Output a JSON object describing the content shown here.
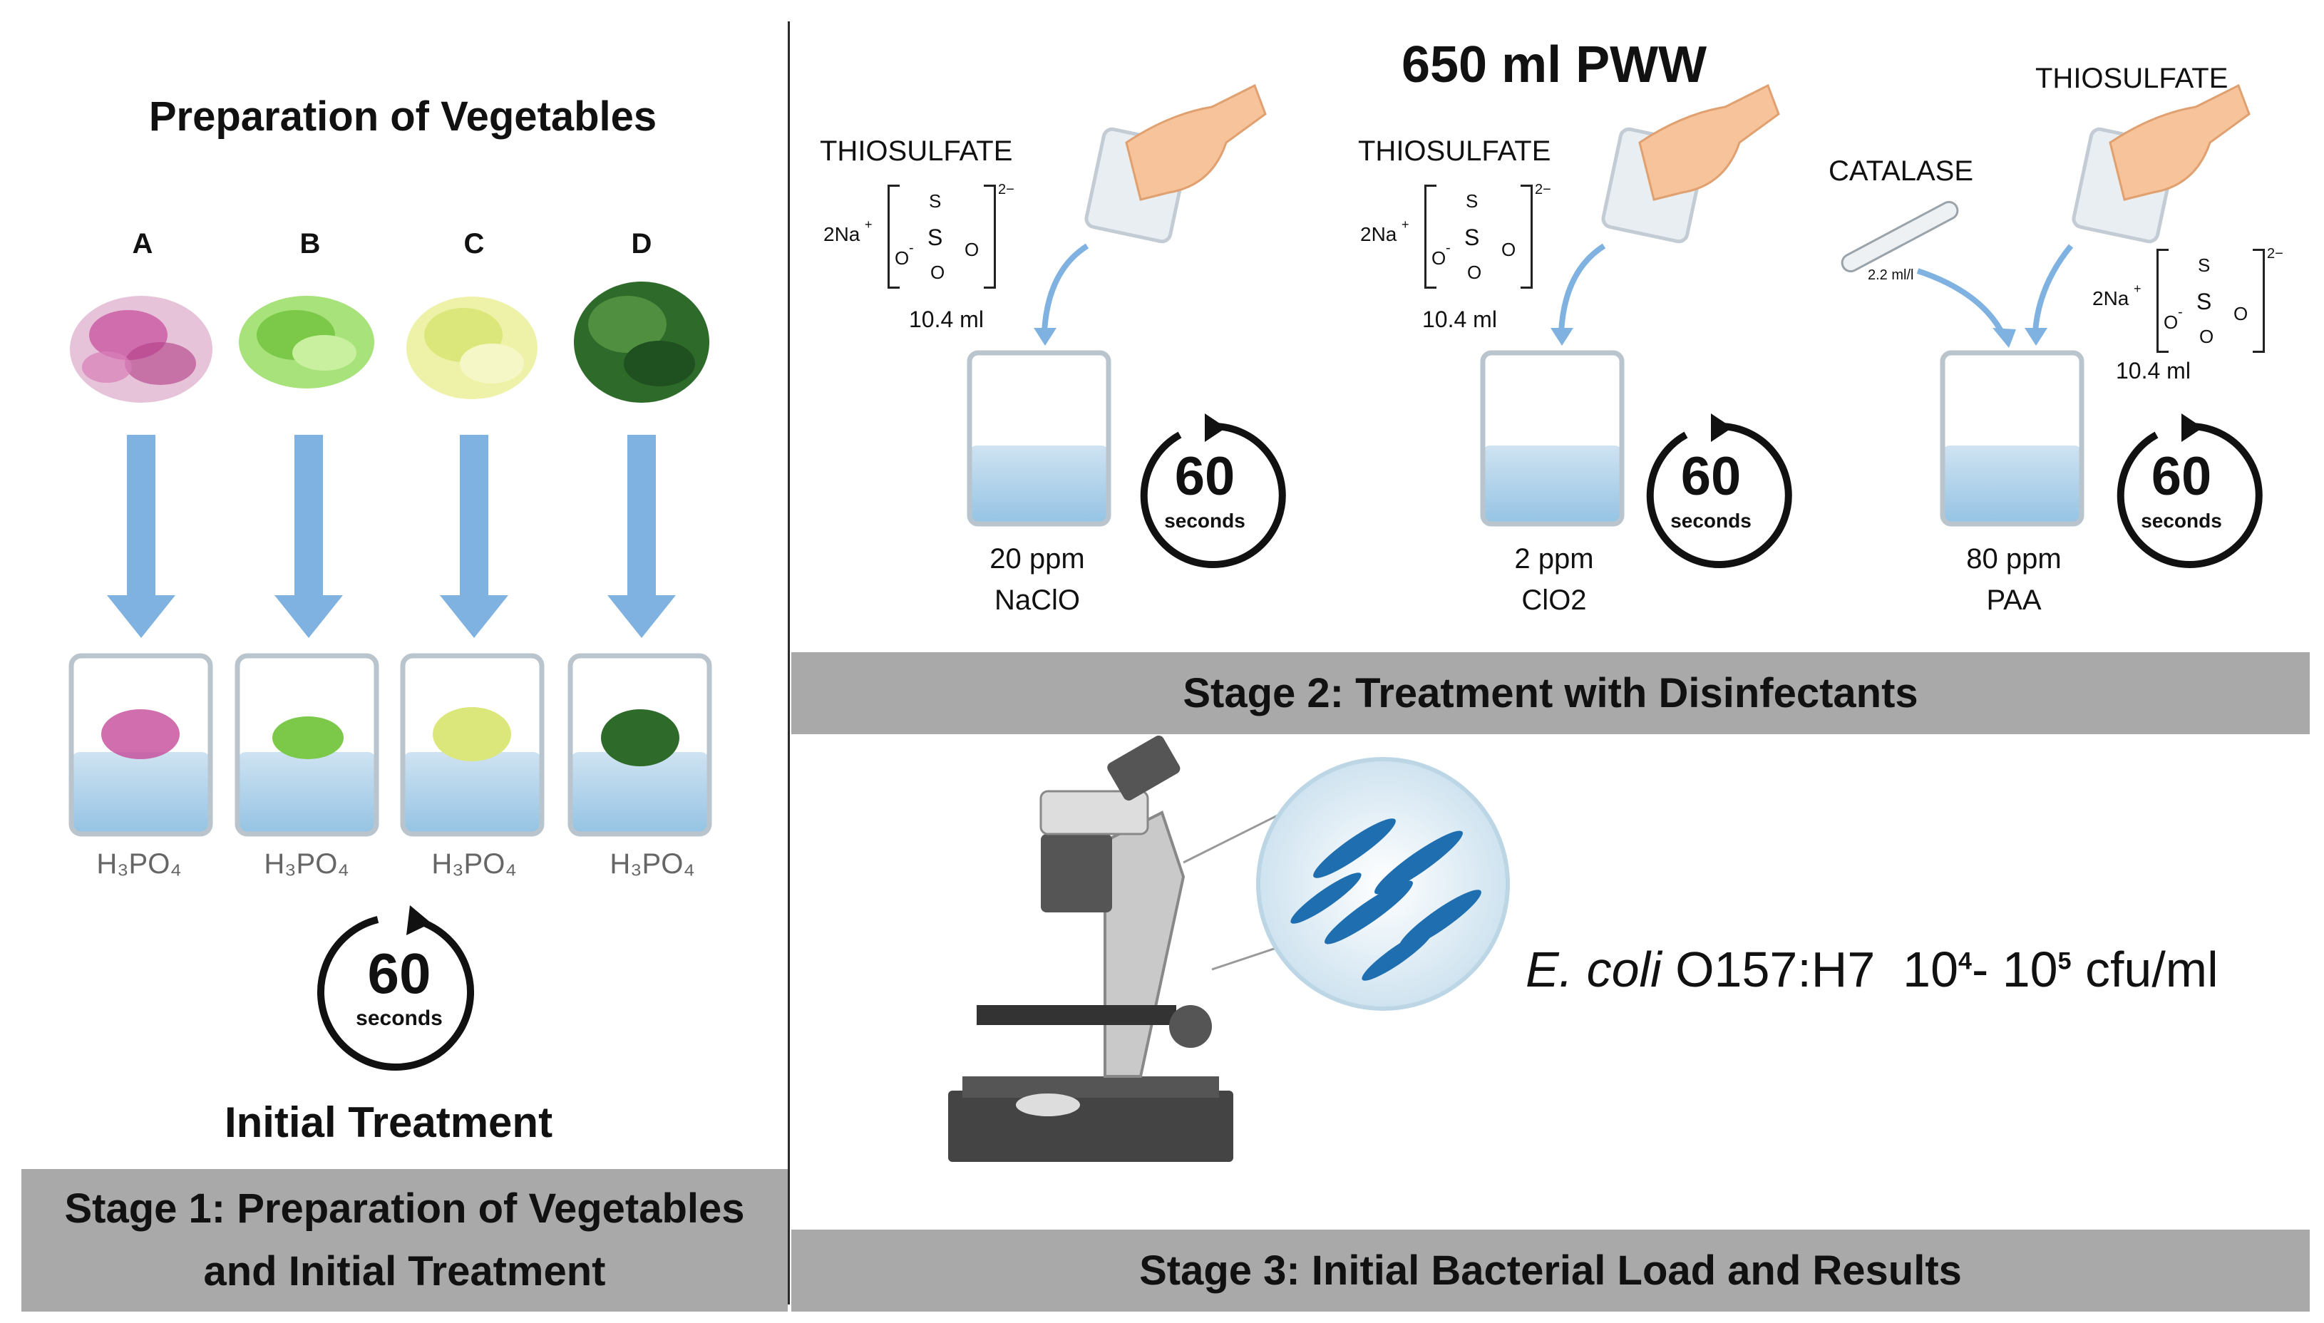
{
  "stage1": {
    "title": "Preparation of Vegetables",
    "vegetables": [
      {
        "letter": "A",
        "color": "#c64a9a"
      },
      {
        "letter": "B",
        "color": "#8ed65a"
      },
      {
        "letter": "C",
        "color": "#e3ee8a"
      },
      {
        "letter": "D",
        "color": "#2e6b2a"
      }
    ],
    "beaker_label": "H₃PO₄",
    "timer": {
      "value": "60",
      "unit": "seconds"
    },
    "subtitle": "Initial Treatment",
    "banner_line1": "Stage 1: Preparation of Vegetables",
    "banner_line2": "and Initial Treatment"
  },
  "stage2": {
    "title": "650 ml PWW",
    "thiosulfate_label": "THIOSULFATE",
    "catalase_label": "CATALASE",
    "catalase_dose": "2.2 ml/l",
    "formula": {
      "na": "2Na",
      "plus": "+",
      "s_top": "S",
      "s_center": "S",
      "o_left": "O",
      "o_minus": "-",
      "o_right": "O",
      "o_bottom": "O",
      "charge": "2−"
    },
    "thiosulfate_volume": "10.4 ml",
    "treatments": [
      {
        "conc": "20 ppm",
        "agent": "NaClO"
      },
      {
        "conc": "2 ppm",
        "agent": "ClO2"
      },
      {
        "conc": "80 ppm",
        "agent": "PAA"
      }
    ],
    "timer": {
      "value": "60",
      "unit": "seconds"
    },
    "banner": "Stage 2: Treatment with Disinfectants"
  },
  "stage3": {
    "organism": "E. coli",
    "strain": "O157:H7",
    "range_base1": "10",
    "range_exp1": "4",
    "range_sep": "- ",
    "range_base2": "10",
    "range_exp2": "5",
    "unit": "cfu/ml",
    "banner": "Stage 3: Initial Bacterial Load and Results"
  },
  "colors": {
    "arrow": "#7fb2e0",
    "water": "#a9cfe8",
    "banner": "#a9a9a9"
  }
}
